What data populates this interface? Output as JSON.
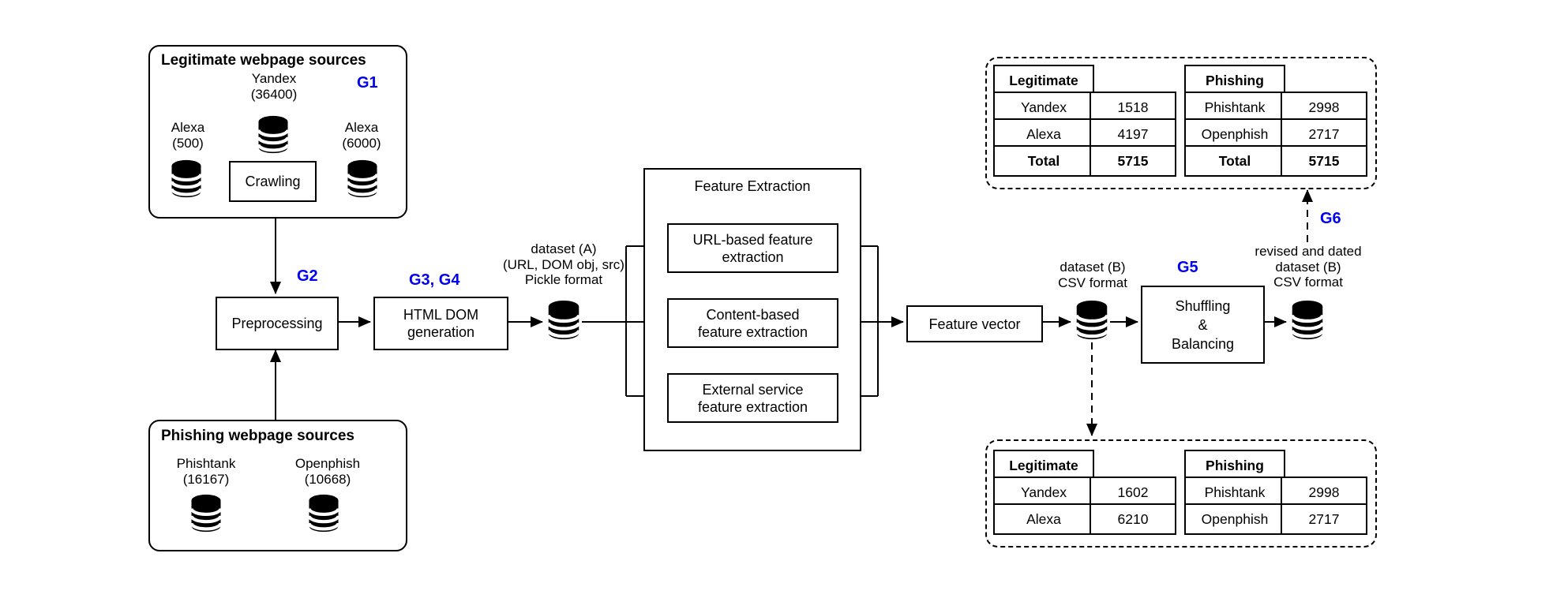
{
  "diagram": {
    "legitimate_sources": {
      "title": "Legitimate webpage sources",
      "g_label": "G1",
      "yandex_name": "Yandex",
      "yandex_count": "(36400)",
      "alexa_in_name": "Alexa",
      "alexa_in_count": "(500)",
      "crawling_label": "Crawling",
      "alexa_out_name": "Alexa",
      "alexa_out_count": "(6000)"
    },
    "phishing_sources": {
      "title": "Phishing webpage sources",
      "phishtank_name": "Phishtank",
      "phishtank_count": "(16167)",
      "openphish_name": "Openphish",
      "openphish_count": "(10668)"
    },
    "g2_label": "G2",
    "preprocessing_label": "Preprocessing",
    "g34_label": "G3, G4",
    "html_dom_line1": "HTML DOM",
    "html_dom_line2": "generation",
    "dataset_a_line1": "dataset (A)",
    "dataset_a_line2": "(URL, DOM obj, src)",
    "dataset_a_line3": "Pickle format",
    "feature_extraction_title": "Feature Extraction",
    "url_feature_line1": "URL-based feature",
    "url_feature_line2": "extraction",
    "content_feature_line1": "Content-based",
    "content_feature_line2": "feature extraction",
    "external_feature_line1": "External service",
    "external_feature_line2": "feature extraction",
    "feature_vector_label": "Feature vector",
    "dataset_b_line1": "dataset (B)",
    "dataset_b_line2": "CSV format",
    "g5_label": "G5",
    "shuffling_line1": "Shuffling",
    "shuffling_line2": "&",
    "shuffling_line3": "Balancing",
    "revised_line1": "revised and dated",
    "revised_line2": "dataset (B)",
    "revised_line3": "CSV format",
    "g6_label": "G6"
  },
  "tables": {
    "final_counts": {
      "legitimate": {
        "header": "Legitimate",
        "rows": [
          [
            "Yandex",
            "1518"
          ],
          [
            "Alexa",
            "4197"
          ],
          [
            "Total",
            "5715"
          ]
        ]
      },
      "phishing": {
        "header": "Phishing",
        "rows": [
          [
            "Phishtank",
            "2998"
          ],
          [
            "Openphish",
            "2717"
          ],
          [
            "Total",
            "5715"
          ]
        ]
      }
    },
    "dataset_b_counts": {
      "legitimate": {
        "header": "Legitimate",
        "rows": [
          [
            "Yandex",
            "1602"
          ],
          [
            "Alexa",
            "6210"
          ]
        ]
      },
      "phishing": {
        "header": "Phishing",
        "rows": [
          [
            "Phishtank",
            "2998"
          ],
          [
            "Openphish",
            "2717"
          ]
        ]
      }
    }
  },
  "colors": {
    "accent_blue": "#0000EE",
    "line": "#000000",
    "background": "#FFFFFF"
  }
}
